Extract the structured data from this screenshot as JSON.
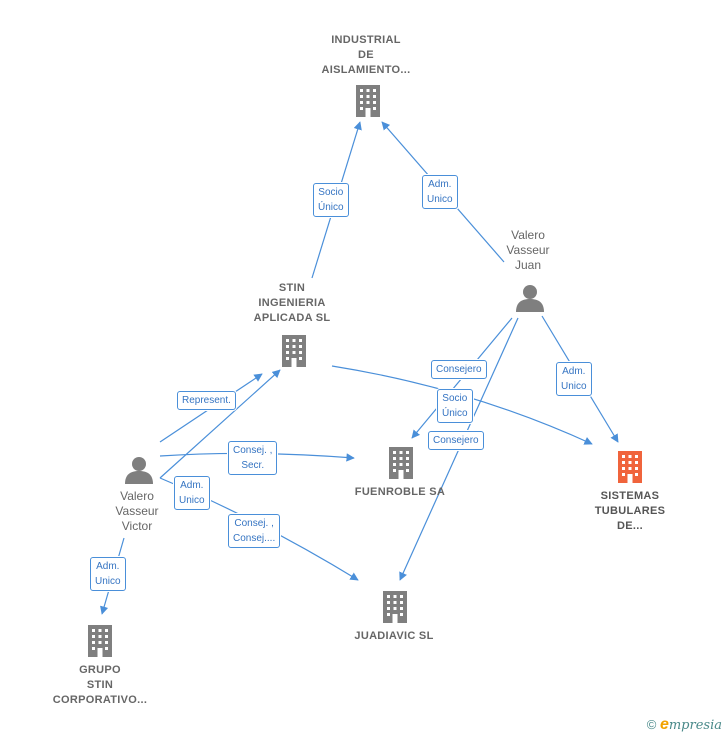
{
  "colors": {
    "edge": "#4a8fd9",
    "company": "#7f7f7f",
    "focus_company": "#f0643c",
    "person": "#7f7f7f"
  },
  "nodes": {
    "industrial": {
      "label": "INDUSTRIAL\nDE\nAISLAMIENTO...",
      "kind": "company",
      "icon": "building-icon"
    },
    "stin": {
      "label": "STIN\nINGENIERIA\nAPLICADA  SL",
      "kind": "company",
      "icon": "building-icon"
    },
    "juan": {
      "label": "Valero\nVasseur\nJuan",
      "kind": "person",
      "icon": "person-icon"
    },
    "victor": {
      "label": "Valero\nVasseur\nVictor",
      "kind": "person",
      "icon": "person-icon"
    },
    "fuenroble": {
      "label": "FUENROBLE SA",
      "kind": "company",
      "icon": "building-icon"
    },
    "sistemas": {
      "label": "SISTEMAS\nTUBULARES\nDE...",
      "kind": "focus-company",
      "icon": "building-icon"
    },
    "juadiavic": {
      "label": "JUADIAVIC SL",
      "kind": "company",
      "icon": "building-icon"
    },
    "grupo": {
      "label": "GRUPO\nSTIN\nCORPORATIVO...",
      "kind": "company",
      "icon": "building-icon"
    }
  },
  "edge_labels": {
    "socio_unico_1": "Socio\nÚnico",
    "adm_unico_1": "Adm.\nUnico",
    "consejero_1": "Consejero",
    "socio_unico_2": "Socio\nÚnico",
    "consejero_2": "Consejero",
    "adm_unico_2": "Adm.\nUnico",
    "represent": "Represent.",
    "consej_secr": "Consej. ,\nSecr.",
    "adm_unico_3": "Adm.\nUnico",
    "consej_consej": "Consej. ,\nConsej....",
    "adm_unico_4": "Adm.\nUnico"
  },
  "footer": {
    "copyright": "©",
    "brand_e": "e",
    "brand_rest": "mpresia"
  }
}
